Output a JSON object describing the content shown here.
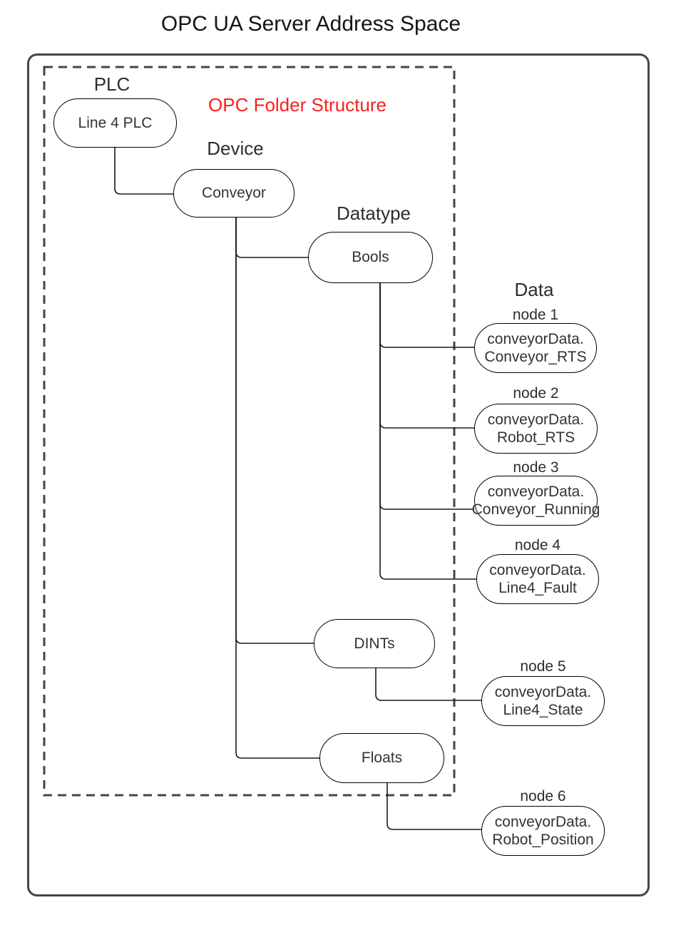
{
  "title": "OPC UA Server Address Space",
  "diagram": {
    "overlay_label": "OPC Folder Structure",
    "level_labels": {
      "plc": "PLC",
      "device": "Device",
      "datatype": "Datatype",
      "data": "Data"
    },
    "folders": {
      "plc": "Line 4 PLC",
      "device": "Conveyor",
      "bools": "Bools",
      "dints": "DINTs",
      "floats": "Floats"
    },
    "nodes": [
      {
        "label": "node 1",
        "line1": "conveyorData.",
        "line2": "Conveyor_RTS"
      },
      {
        "label": "node 2",
        "line1": "conveyorData.",
        "line2": "Robot_RTS"
      },
      {
        "label": "node 3",
        "line1": "conveyorData.",
        "line2": "Conveyor_Running"
      },
      {
        "label": "node 4",
        "line1": "conveyorData.",
        "line2": "Line4_Fault"
      },
      {
        "label": "node 5",
        "line1": "conveyorData.",
        "line2": "Line4_State"
      },
      {
        "label": "node 6",
        "line1": "conveyorData.",
        "line2": "Robot_Position"
      }
    ],
    "colors": {
      "overlay_label_red": "#fb1f1f",
      "frame_dark": "#3e4750",
      "connector": "#1a1a1a"
    }
  }
}
